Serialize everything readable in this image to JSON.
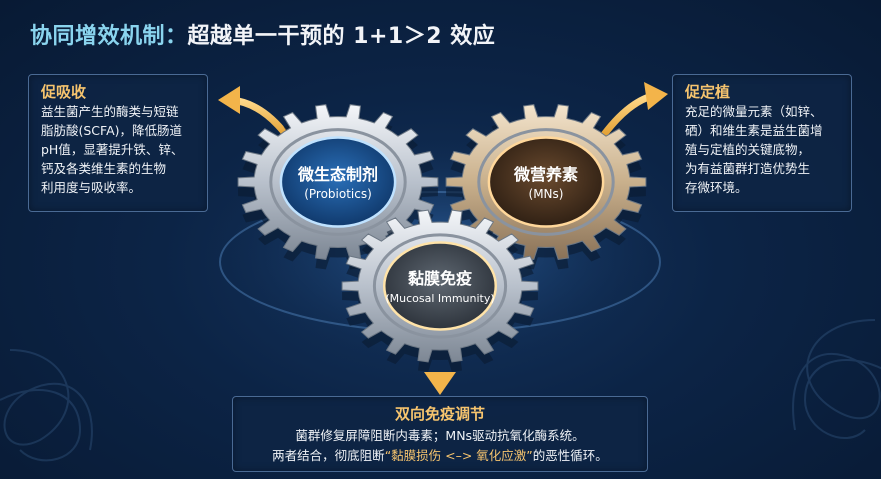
{
  "title": {
    "part1": "协同增效机制：",
    "part2": "超越单一干预的 1+1＞2 效应"
  },
  "gears": [
    {
      "name": "微生态制剂",
      "sub": "(Probiotics)"
    },
    {
      "name": "微营养素",
      "sub": "(MNs)"
    },
    {
      "name": "黏膜免疫",
      "sub": "(Mucosal Immunity)"
    }
  ],
  "boxes": {
    "left": {
      "title": "促吸收",
      "lines": [
        "益生菌产生的酶类与短链",
        "脂肪酸(SCFA)，降低肠道",
        "pH值，显著提升铁、锌、",
        "钙及各类维生素的生物",
        "利用度与吸收率。"
      ]
    },
    "right": {
      "title": "促定植",
      "lines": [
        "充足的微量元素（如锌、",
        "硒）和维生素是益生菌增",
        "殖与定植的关键底物，",
        "为有益菌群打造优势生",
        "存微环境。"
      ]
    },
    "bottom": {
      "title": "双向免疫调节",
      "line1": "菌群修复屏障阻断内毒素；MNs驱动抗氧化酶系统。",
      "line2_pre": "两者结合，彻底阻断",
      "line2_hl": "“黏膜损伤 <–> 氧化应激”",
      "line2_post": "的恶性循环。"
    }
  },
  "colors": {
    "accent_gold": "#f6c46e",
    "title_cyan": "#8ad4ee",
    "background": "#0c2446"
  }
}
